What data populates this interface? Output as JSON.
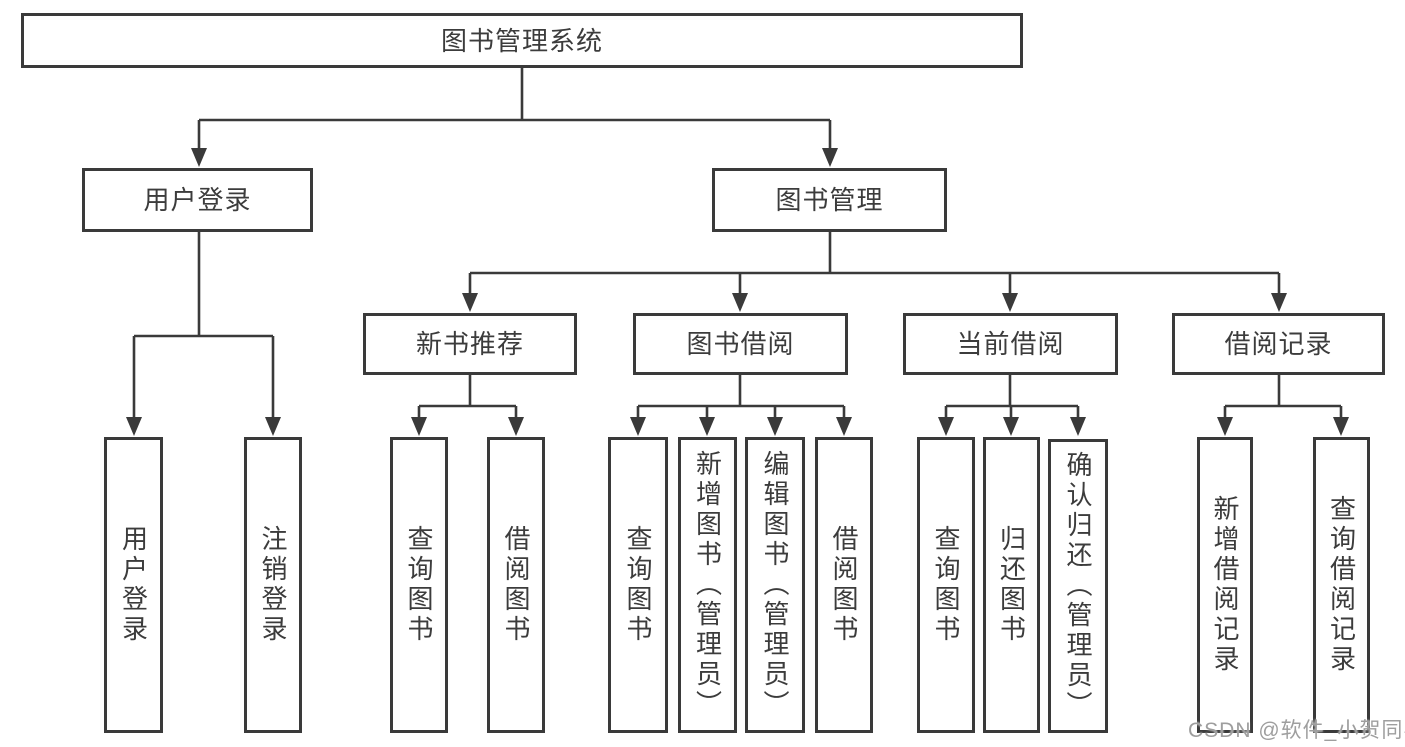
{
  "diagram_type": "hierarchy-tree",
  "colors": {
    "line": "#3a3a3a",
    "box_border": "#3a3a3a",
    "text": "#3c3c3c",
    "watermark": "#9e9e9e",
    "background": "#ffffff"
  },
  "tree": {
    "root": {
      "label": "图书管理系统"
    },
    "children": [
      {
        "label": "用户登录",
        "children": [
          {
            "label": "用户登录"
          },
          {
            "label": "注销登录"
          }
        ]
      },
      {
        "label": "图书管理",
        "children": [
          {
            "label": "新书推荐",
            "children": [
              {
                "label": "查询图书"
              },
              {
                "label": "借阅图书"
              }
            ]
          },
          {
            "label": "图书借阅",
            "children": [
              {
                "label": "查询图书"
              },
              {
                "label": "新增图书（管理员）"
              },
              {
                "label": "编辑图书（管理员）"
              },
              {
                "label": "借阅图书"
              }
            ]
          },
          {
            "label": "当前借阅",
            "children": [
              {
                "label": "查询图书"
              },
              {
                "label": "归还图书"
              },
              {
                "label": "确认归还（管理员）"
              }
            ]
          },
          {
            "label": "借阅记录",
            "children": [
              {
                "label": "新增借阅记录"
              },
              {
                "label": "查询借阅记录"
              }
            ]
          }
        ]
      }
    ]
  },
  "watermark": {
    "text": "CSDN @软件_小贺同学"
  }
}
